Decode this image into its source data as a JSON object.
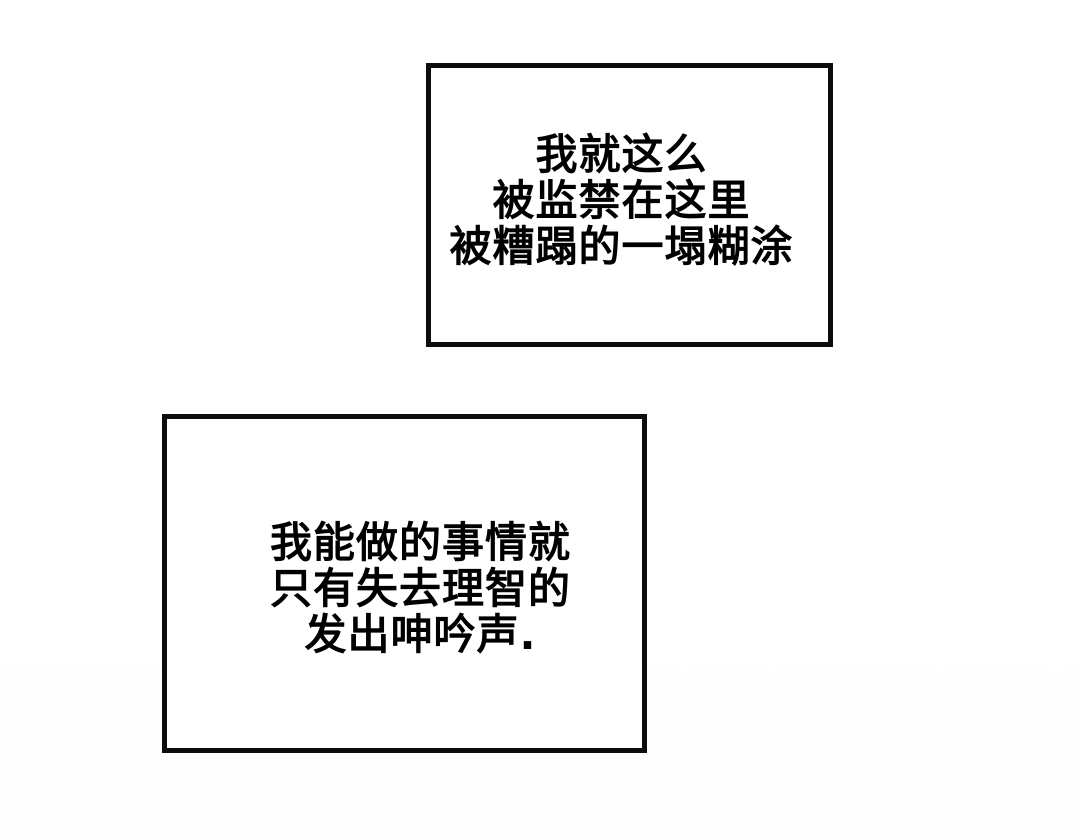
{
  "page": {
    "background_color": "#ffffff",
    "panel_border_color": "#0d0d0d",
    "text_color": "#000000"
  },
  "panels": [
    {
      "name": "narration-box-1",
      "lines": [
        "我就这么",
        "被监禁在这里",
        "被糟蹋的一塌糊涂"
      ]
    },
    {
      "name": "narration-box-2",
      "lines": [
        "我能做的事情就",
        "只有失去理智的",
        "发出呻吟声."
      ]
    }
  ]
}
